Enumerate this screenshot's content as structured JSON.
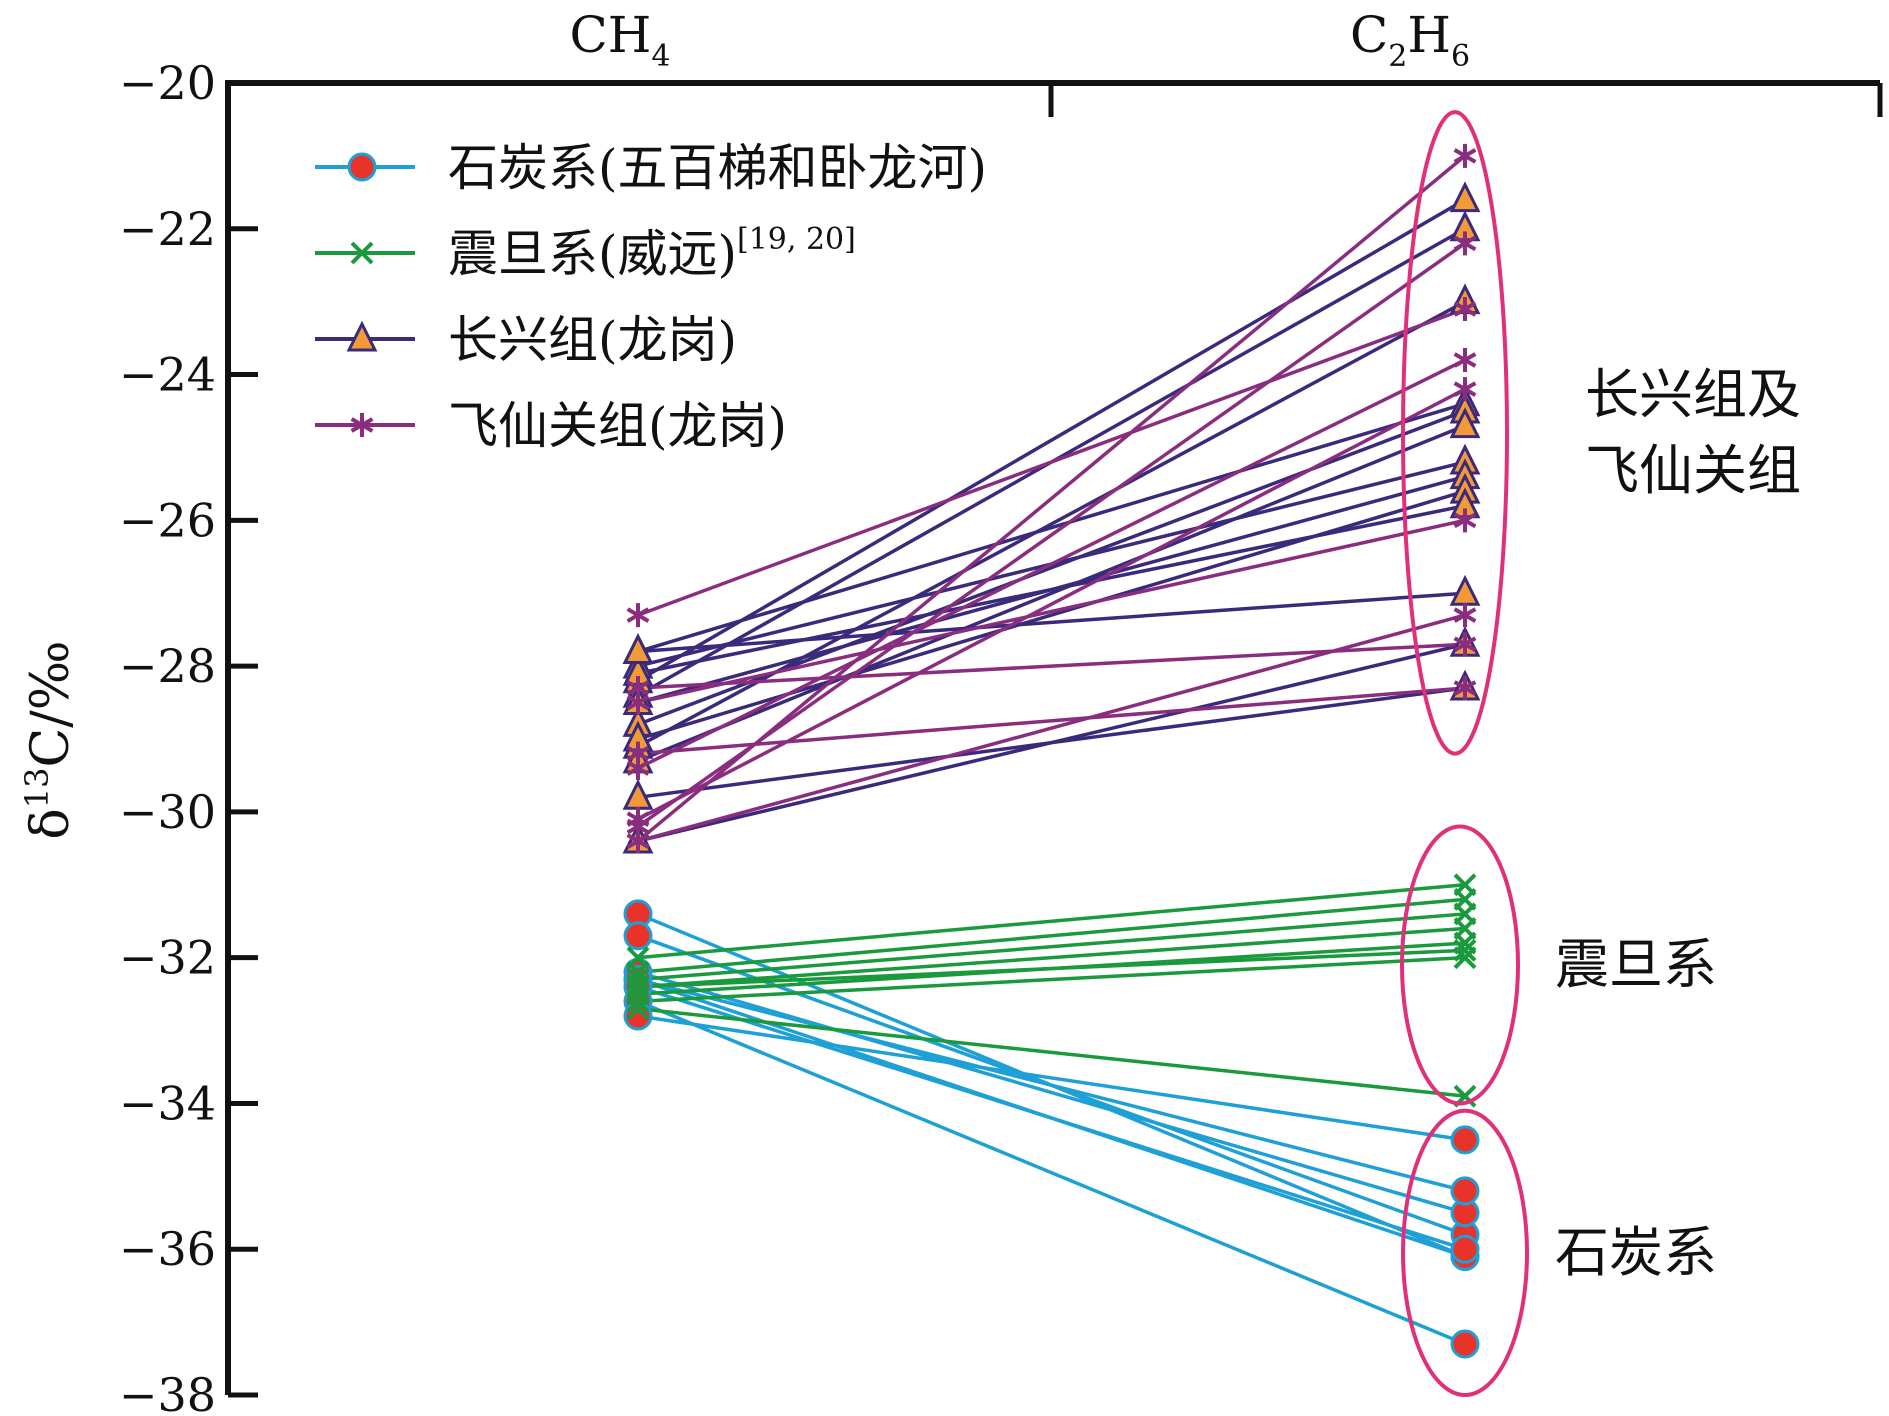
{
  "chart_data": {
    "type": "line",
    "title": "",
    "categories": [
      {
        "main": "CH",
        "sub1": "4",
        "mid": "",
        "sub2": ""
      },
      {
        "main": "C",
        "sub1": "2",
        "mid": "H",
        "sub2": "6"
      }
    ],
    "ylabel": {
      "delta": "δ",
      "sup": "13",
      "rest": "C/‰"
    },
    "ylim": [
      -38,
      -20
    ],
    "yticks": [
      "−20",
      "−22",
      "−24",
      "−26",
      "−28",
      "−30",
      "−32",
      "−34",
      "−36",
      "−38"
    ],
    "ytick_values": [
      -20,
      -22,
      -24,
      -26,
      -28,
      -30,
      -32,
      -34,
      -36,
      -38
    ],
    "legend_position": "top-left",
    "series": [
      {
        "name": "石炭系(五百梯和卧龙河)",
        "sup": "",
        "marker": "circle",
        "line_color": "#1ea0d6",
        "marker_color": "#e8332a",
        "pairs": [
          [
            -31.4,
            -36.1
          ],
          [
            -31.7,
            -35.8
          ],
          [
            -32.2,
            -35.5
          ],
          [
            -32.3,
            -36.1
          ],
          [
            -32.3,
            -35.2
          ],
          [
            -32.4,
            -36.0
          ],
          [
            -32.6,
            -37.3
          ],
          [
            -32.8,
            -34.5
          ]
        ]
      },
      {
        "name": "震旦系(威远)",
        "sup": "[19, 20]",
        "marker": "x",
        "line_color": "#1a9a3c",
        "marker_color": "#1a9a3c",
        "pairs": [
          [
            -32.0,
            -31.0
          ],
          [
            -32.2,
            -31.2
          ],
          [
            -32.3,
            -31.4
          ],
          [
            -32.4,
            -31.6
          ],
          [
            -32.5,
            -31.8
          ],
          [
            -32.4,
            -31.9
          ],
          [
            -32.6,
            -32.0
          ],
          [
            -32.7,
            -33.9
          ]
        ]
      },
      {
        "name": "长兴组(龙岗)",
        "sup": "",
        "marker": "triangle",
        "line_color": "#3b2a7c",
        "marker_color": "#f29a38",
        "pairs": [
          [
            -28.2,
            -21.6
          ],
          [
            -28.4,
            -22.0
          ],
          [
            -29.1,
            -23.0
          ],
          [
            -27.8,
            -24.4
          ],
          [
            -28.8,
            -24.5
          ],
          [
            -29.3,
            -24.7
          ],
          [
            -28.0,
            -25.2
          ],
          [
            -28.5,
            -25.4
          ],
          [
            -29.0,
            -25.6
          ],
          [
            -28.1,
            -25.8
          ],
          [
            -27.8,
            -27.0
          ],
          [
            -30.4,
            -27.7
          ],
          [
            -29.8,
            -28.3
          ]
        ]
      },
      {
        "name": "飞仙关组(龙岗)",
        "sup": "",
        "marker": "asterisk",
        "line_color": "#8a2d7e",
        "marker_color": "#8a2d7e",
        "pairs": [
          [
            -27.3,
            -23.1
          ],
          [
            -30.4,
            -21.0
          ],
          [
            -30.2,
            -22.2
          ],
          [
            -29.4,
            -23.8
          ],
          [
            -30.1,
            -24.2
          ],
          [
            -28.5,
            -26.0
          ],
          [
            -29.2,
            -28.3
          ],
          [
            -30.4,
            -27.3
          ],
          [
            -28.3,
            -27.7
          ]
        ]
      }
    ],
    "annotations": [
      {
        "lines": [
          "长兴组及",
          "飞仙关组"
        ],
        "ellipse_range": [
          -20.4,
          -29.2
        ]
      },
      {
        "lines": [
          "震旦系"
        ],
        "ellipse_range": [
          -30.2,
          -34.0
        ]
      },
      {
        "lines": [
          "石炭系"
        ],
        "ellipse_range": [
          -34.1,
          -38.0
        ]
      }
    ],
    "ellipse_color": "#e0307a"
  }
}
